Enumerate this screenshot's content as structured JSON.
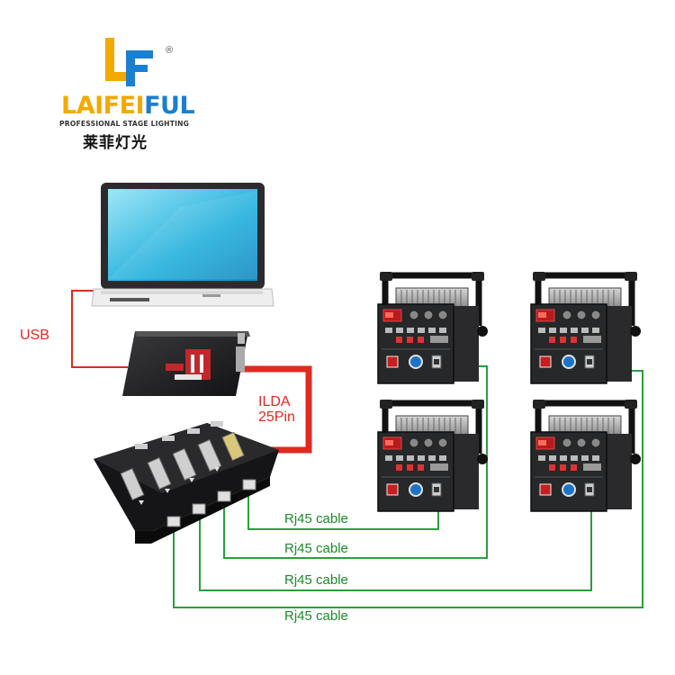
{
  "logo": {
    "brand_part1": "LAIFEI",
    "brand_part2": "FUL",
    "tagline": "PROFESSIONAL STAGE LIGHTING",
    "chinese_name": "莱菲灯光",
    "registered_mark": "®",
    "colors": {
      "yellow": "#f2a900",
      "blue": "#1a7fd0"
    }
  },
  "labels": {
    "usb": "USB",
    "ilda_line1": "ILDA",
    "ilda_line2": "25Pin",
    "rj45_1": "Rj45 cable",
    "rj45_2": "Rj45 cable",
    "rj45_3": "Rj45 cable",
    "rj45_4": "Rj45 cable"
  },
  "colors": {
    "usb_cable": "#e02a20",
    "ilda_cable": "#e02a20",
    "rj45_cable": "#2a9e3c",
    "device_body": "#1e1e20"
  },
  "icons": [
    "laptop-icon",
    "usb-controller-box-icon",
    "rj45-splitter-hub-icon",
    "laser-projector-icon"
  ]
}
